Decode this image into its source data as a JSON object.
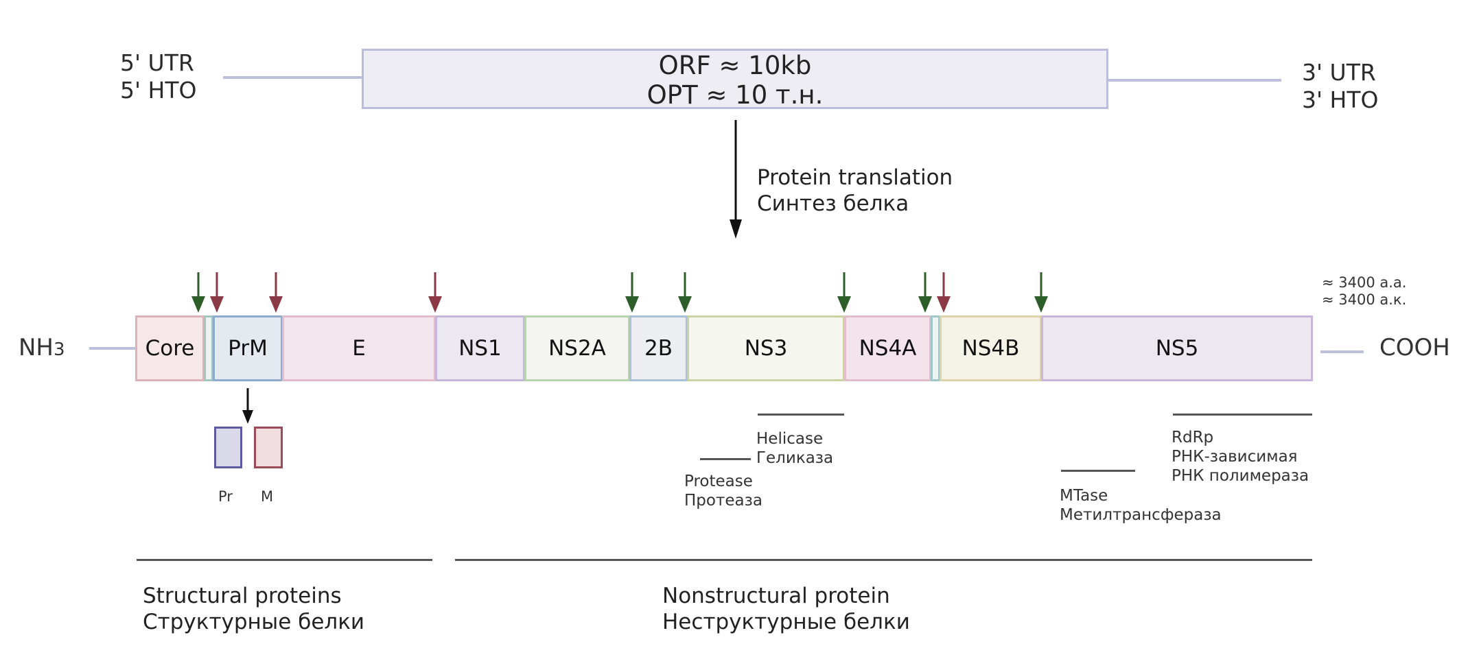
{
  "genome": {
    "utr5": [
      "5' UTR",
      "5' НТО"
    ],
    "utr3": [
      "3' UTR",
      "3' НТО"
    ],
    "orf": [
      "ORF ≈ 10kb",
      "ОРТ ≈ 10 т.н."
    ]
  },
  "translation": [
    "Protein translation",
    "Синтез белка"
  ],
  "termini": {
    "n": "NH",
    "n_sub": "3",
    "c": "COOH"
  },
  "length_label": [
    "≈ 3400 a.a.",
    "≈ 3400 a.к."
  ],
  "colors": {
    "host_protease_arrow": "#8b3a45",
    "viral_protease_arrow": "#2d5e2a",
    "line": "#bcc0dc"
  },
  "segments": [
    {
      "label": "Core",
      "fill": "#f6e8e8",
      "border": "#ddb3b6"
    },
    {
      "label": "",
      "fill": "#eef3f1",
      "border": "#9fc7c0"
    },
    {
      "label": "PrM",
      "fill": "#e5e9f0",
      "border": "#8fa9cf"
    },
    {
      "label": "E",
      "fill": "#f3e5ec",
      "border": "#e3bccb"
    },
    {
      "label": "NS1",
      "fill": "#ebe8f1",
      "border": "#c6b6da"
    },
    {
      "label": "NS2A",
      "fill": "#f4f5f1",
      "border": "#b8d6ae"
    },
    {
      "label": "2B",
      "fill": "#eceef2",
      "border": "#aac0d6"
    },
    {
      "label": "NS3",
      "fill": "#f6f6f1",
      "border": "#c9d4a2"
    },
    {
      "label": "NS4A",
      "fill": "#f2e4ea",
      "border": "#e1bccb"
    },
    {
      "label": "",
      "fill": "#eef3f3",
      "border": "#9fc7c9"
    },
    {
      "label": "NS4B",
      "fill": "#f5f2e8",
      "border": "#e0d3a8"
    },
    {
      "label": "NS5",
      "fill": "#ebe8f0",
      "border": "#cbb5dc"
    }
  ],
  "cleavage_arrows": [
    {
      "type": "viral"
    },
    {
      "type": "host"
    },
    {
      "type": "host"
    },
    {
      "type": "host"
    },
    {
      "type": "viral"
    },
    {
      "type": "viral"
    },
    {
      "type": "viral"
    },
    {
      "type": "viral"
    },
    {
      "type": "host"
    },
    {
      "type": "viral"
    }
  ],
  "prm_products": [
    {
      "label": "Pr",
      "fill": "#d9d9e8",
      "border": "#5d5aa0"
    },
    {
      "label": "M",
      "fill": "#f1dcdf",
      "border": "#9b4a57"
    }
  ],
  "domains": {
    "helicase": [
      "Helicase",
      "Геликаза"
    ],
    "protease": [
      "Protease",
      "Протеаза"
    ],
    "rdrp": [
      "RdRp",
      "РНК-зависимая",
      "РНК полимераза"
    ],
    "mtase": [
      "MTase",
      "Метилтрансфераза"
    ]
  },
  "groups": {
    "structural": [
      "Structural proteins",
      "Структурные белки"
    ],
    "nonstructural": [
      "Nonstructural protein",
      "Неструктурные белки"
    ]
  }
}
